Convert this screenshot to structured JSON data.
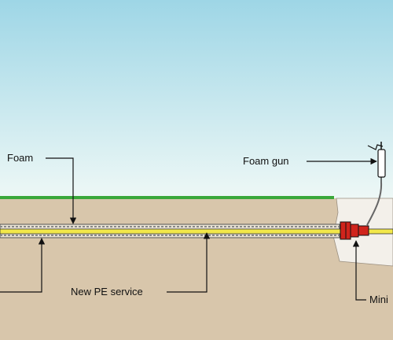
{
  "labels": {
    "foam": "Foam",
    "foam_gun": "Foam gun",
    "new_pe_service": "New PE service",
    "mini": "Mini"
  },
  "colors": {
    "sky_top": "#9ed6e6",
    "sky_bottom": "#eef8f6",
    "grass": "#3aa83a",
    "soil": "#d8c6ab",
    "pipe_fill": "#f2e84a",
    "fitting": "#d0241c",
    "outline": "#111111"
  }
}
